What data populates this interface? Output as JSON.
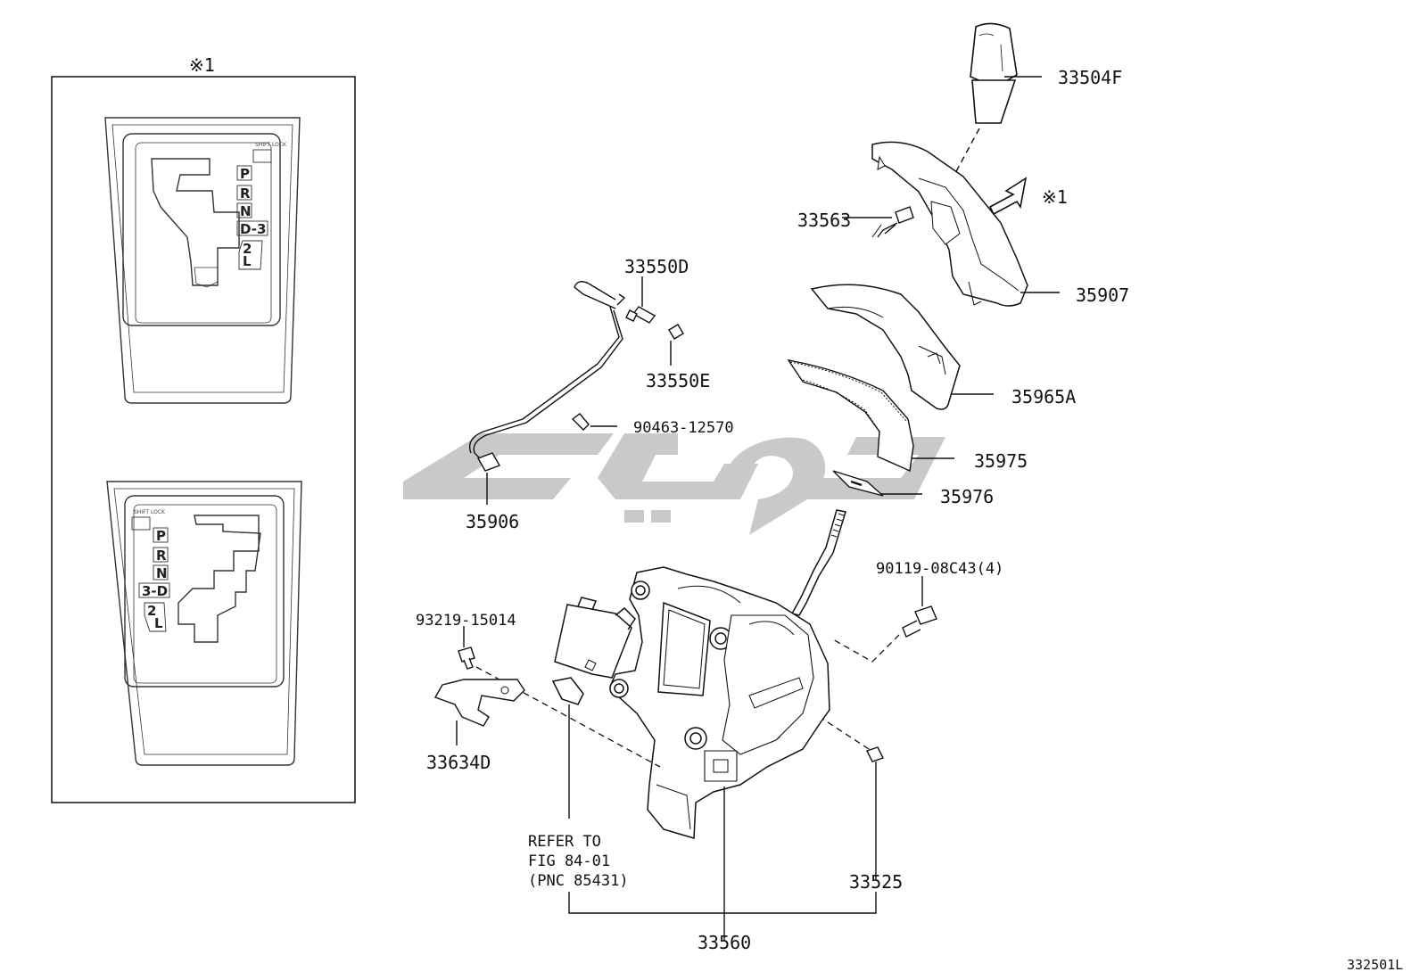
{
  "figure_code": "332501L",
  "inset": {
    "ref_mark": "※1",
    "panels": [
      {
        "small_label": "SHIFT LOCK",
        "gear_labels": [
          "P",
          "R",
          "N",
          "D-3",
          "2",
          "L"
        ]
      },
      {
        "small_label": "SHIFT LOCK",
        "gear_labels": [
          "P",
          "R",
          "N",
          "3-D",
          "2",
          "L"
        ]
      }
    ]
  },
  "callouts": {
    "knob": "33504F",
    "ref_mark": "※1",
    "indicator": "35907",
    "bulb_socket": "33563",
    "lamp_d": "33550D",
    "lamp_e": "33550E",
    "clamp": "90463-12570",
    "wire": "35906",
    "dust_cover": "35965A",
    "slide_plate": "35975",
    "plate_small": "35976",
    "bolt": "90119-08C43(4)",
    "screw": "93219-15014",
    "bracket": "33634D",
    "refer_line1": "REFER TO",
    "refer_line2": "FIG 84-01",
    "refer_line3": "(PNC 85431)",
    "nut": "33525",
    "assembly": "33560"
  },
  "watermark": "یدکی"
}
